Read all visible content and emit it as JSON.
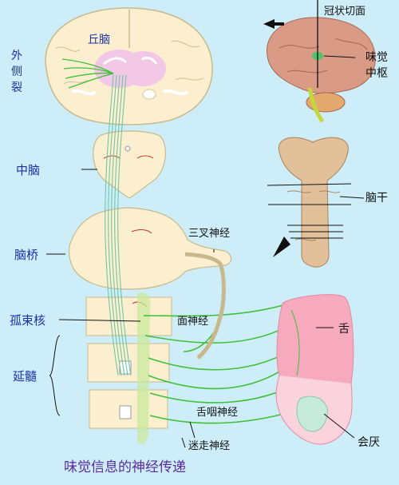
{
  "title": "味觉信息的神经传递",
  "labels": {
    "thalamus": "丘脑",
    "lateral_sulcus": [
      "外",
      "侧",
      "裂"
    ],
    "midbrain": "中脑",
    "pons": "脑桥",
    "nucleus_solitarius": "孤束核",
    "medulla": "延髓",
    "trigeminal_nerve": "三叉神经",
    "facial_nerve": "面神经",
    "glossopharyngeal_nerve": "舌咽神经",
    "vagus_nerve": "迷走神经",
    "tongue": "舌",
    "epiglottis": "会厌",
    "coronal_section": "冠状切面",
    "gustatory_center": [
      "味觉",
      "中枢"
    ],
    "brainstem": "脑干"
  },
  "colors": {
    "background": "#cdeef8",
    "nerve": "#3fbf3a",
    "tract": "#6fc6a4",
    "tissue": "#fbefcf",
    "label_blue": "#1a2fa8",
    "title": "#5a2a9a",
    "tongue": "#f7a9bd"
  }
}
